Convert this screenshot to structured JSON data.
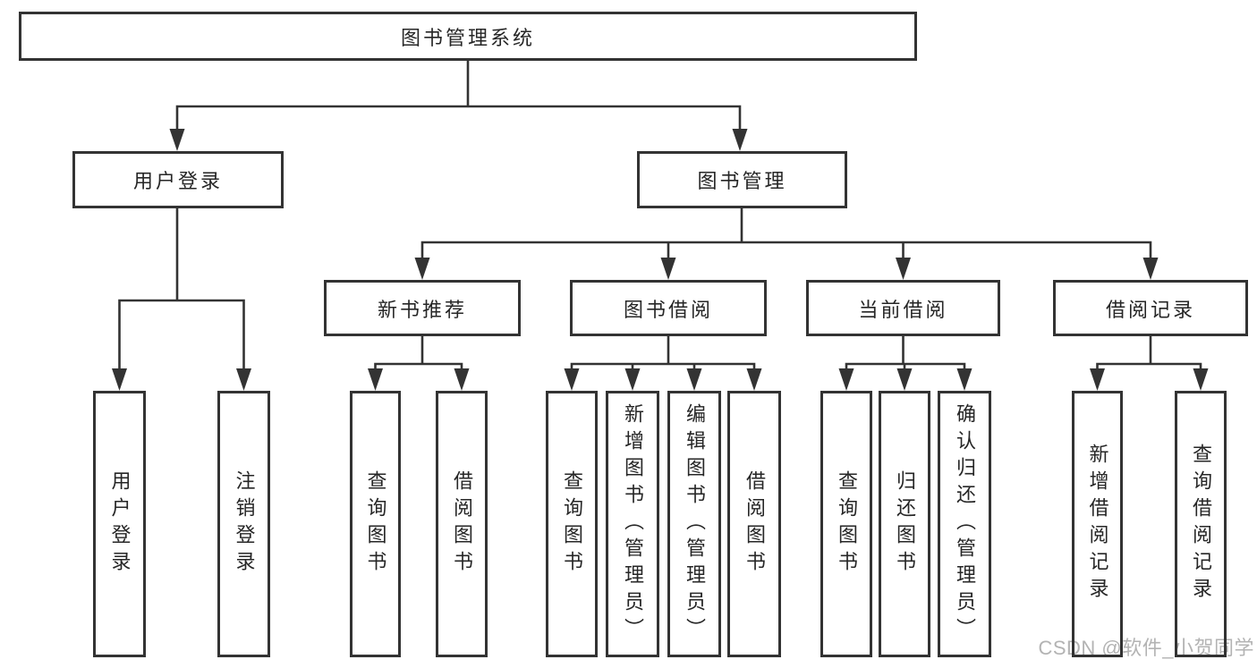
{
  "tree": {
    "label": "图书管理系统",
    "children": [
      {
        "label": "用户登录",
        "children": [
          {
            "label": "用户登录"
          },
          {
            "label": "注销登录"
          }
        ]
      },
      {
        "label": "图书管理",
        "children": [
          {
            "label": "新书推荐",
            "children": [
              {
                "label": "查询图书"
              },
              {
                "label": "借阅图书"
              }
            ]
          },
          {
            "label": "图书借阅",
            "children": [
              {
                "label": "查询图书"
              },
              {
                "label": "新增图书（管理员）"
              },
              {
                "label": "编辑图书（管理员）"
              },
              {
                "label": "借阅图书"
              }
            ]
          },
          {
            "label": "当前借阅",
            "children": [
              {
                "label": "查询图书"
              },
              {
                "label": "归还图书"
              },
              {
                "label": "确认归还（管理员）"
              }
            ]
          },
          {
            "label": "借阅记录",
            "children": [
              {
                "label": "新增借阅记录"
              },
              {
                "label": "查询借阅记录"
              }
            ]
          }
        ]
      }
    ]
  },
  "watermark": "CSDN @软件_小贺同学",
  "colors": {
    "line": "#333333",
    "text": "#262626",
    "watermark": "#b3b3b3",
    "background": "#ffffff"
  }
}
